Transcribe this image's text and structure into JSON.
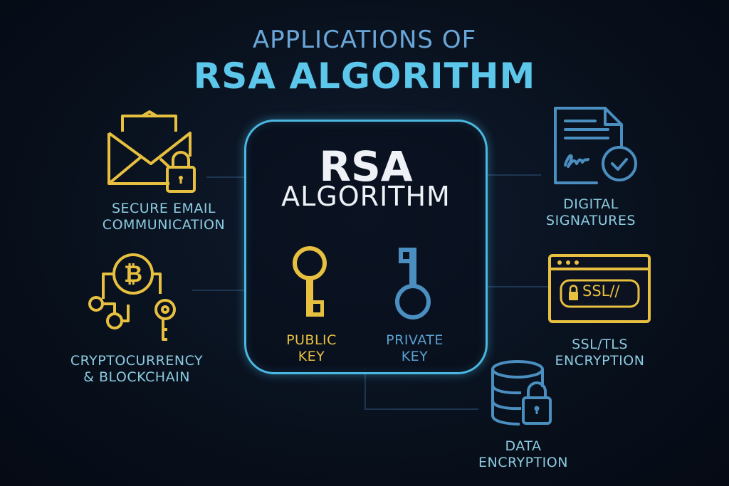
{
  "title": {
    "line1": "APPLICATIONS OF",
    "line2": "RSA ALGORITHM"
  },
  "center": {
    "title": "RSA",
    "subtitle": "ALGORITHM",
    "public_key": {
      "line1": "PUBLIC",
      "line2": "KEY"
    },
    "private_key": {
      "line1": "PRIVATE",
      "line2": "KEY"
    }
  },
  "applications": {
    "email": {
      "line1": "SECURE EMAIL",
      "line2": "COMMUNICATION"
    },
    "crypto": {
      "line1": "CRYPTOCURRENCY",
      "line2": "& BLOCKCHAIN"
    },
    "signatures": {
      "line1": "DIGITAL",
      "line2": "SIGNATURES"
    },
    "ssl": {
      "line1": "SSL/TLS",
      "line2": "ENCRYPTION",
      "badge": "SSL//"
    },
    "data": {
      "line1": "DATA",
      "line2": "ENCRYPTION"
    }
  },
  "colors": {
    "yellow": "#e8c040",
    "blue": "#4a8fc0",
    "accent": "#4ab8e0",
    "label": "#8ccbe0"
  }
}
